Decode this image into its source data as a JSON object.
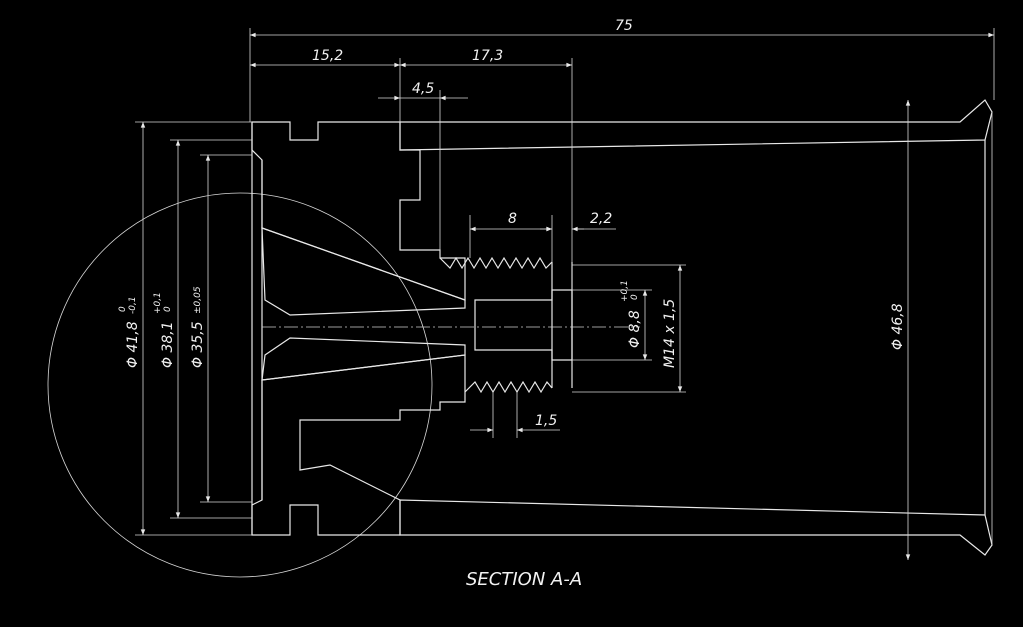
{
  "drawing": {
    "title": "SECTION A-A",
    "dimensions": {
      "overall_length": "75",
      "length_a": "15,2",
      "length_b": "17,3",
      "length_c": "4,5",
      "thread_depth": "8",
      "relief": "2,2",
      "pitch": "1,5",
      "thread_spec": "M14 x 1,5",
      "bore_dia": "Φ 8,8",
      "bore_tol_upper": "+0,1",
      "bore_tol_lower": "0",
      "outer_end_dia": "Φ 46,8",
      "flange_dia": "Φ 41,8",
      "flange_tol_upper": "0",
      "flange_tol_lower": "-0,1",
      "mid_dia": "Φ 38,1",
      "mid_tol_upper": "+0,1",
      "mid_tol_lower": "0",
      "inner_dia": "Φ 35,5",
      "inner_tol": "±0,05"
    }
  }
}
